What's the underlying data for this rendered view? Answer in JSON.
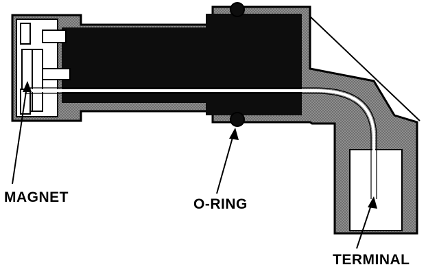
{
  "labels": {
    "magnet": "MAGNET",
    "o_ring": "O-RING",
    "terminal": "TERMINAL"
  },
  "colors": {
    "ink": "#000000",
    "housing_fill": "#6f6f6f",
    "housing_dots": "#b5b5b5",
    "core_fill": "#0d0d0d",
    "paper": "#ffffff"
  }
}
